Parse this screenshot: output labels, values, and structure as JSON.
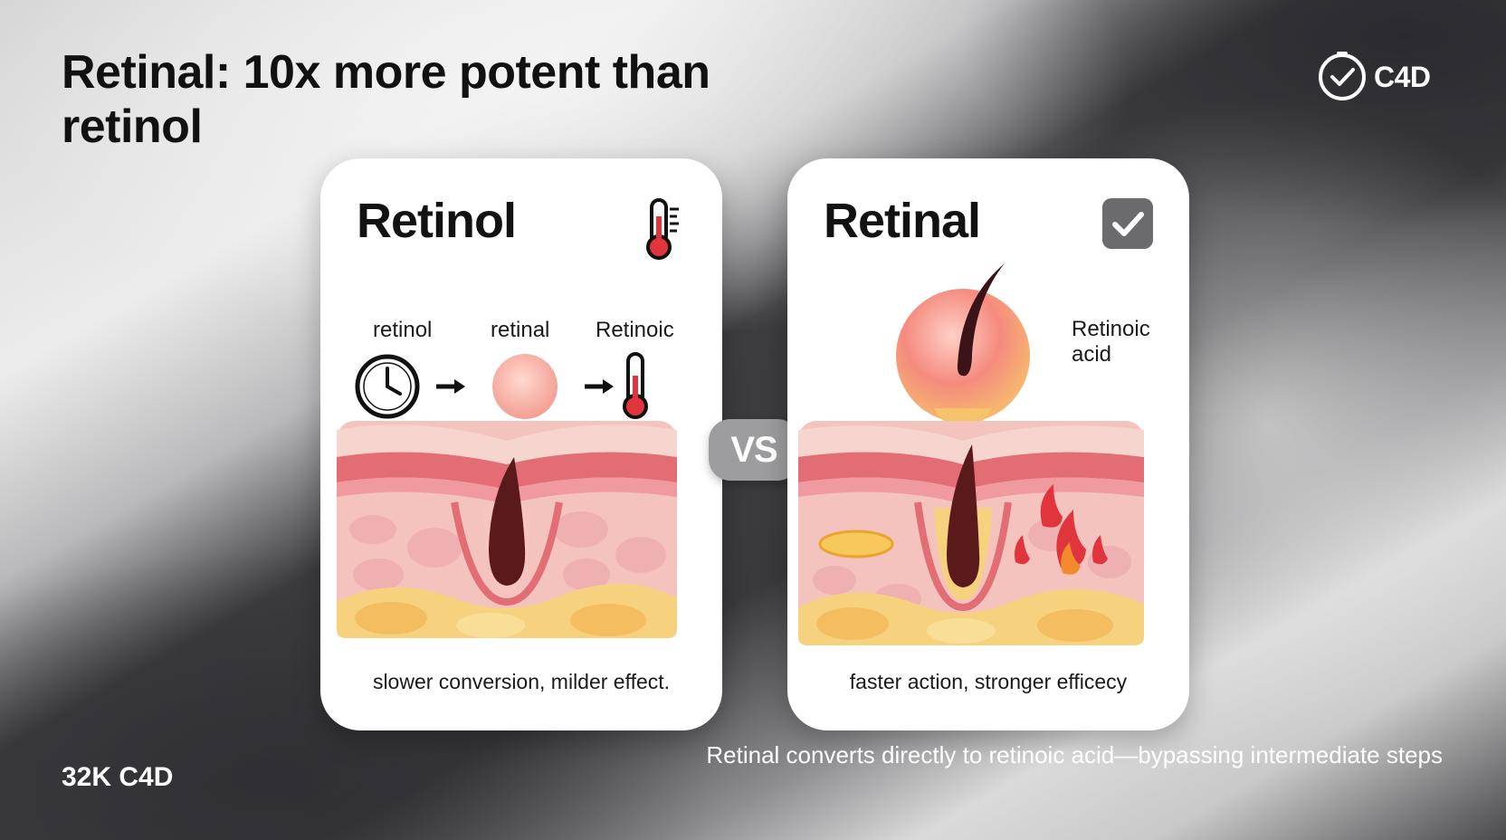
{
  "headline": "Retinal: 10x more potent than retinol",
  "brand": {
    "label": "C4D",
    "icon": "clock-check-icon"
  },
  "cards": {
    "left": {
      "title": "Retinol",
      "corner_icon": "thermometer-icon",
      "steps": [
        "retinol",
        "retinal",
        "Retinoic"
      ],
      "caption": "slower conversion, milder effect."
    },
    "right": {
      "title": "Retinal",
      "corner_icon": "checkbox-checked-icon",
      "label": "Retinoic acid",
      "caption": "faster action, stronger efficecy"
    }
  },
  "vs": "VS",
  "stat": "32K C4D",
  "footnote": "Retinal converts directly to retinoic acid—bypassing intermediate steps",
  "colors": {
    "skin": "#f3b6b2",
    "fat": "#f7d27e",
    "accent_red": "#e0353c"
  }
}
